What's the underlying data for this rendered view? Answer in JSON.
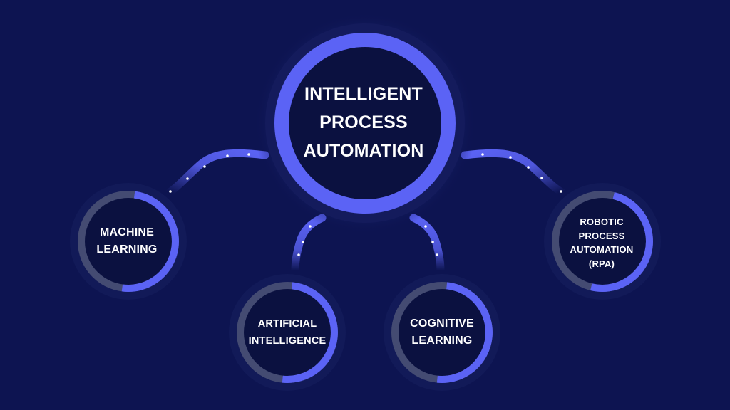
{
  "colors": {
    "background": "#0d1451",
    "accent": "#5b63f5",
    "track": "#444b72",
    "node_fill": "#0b1140"
  },
  "center": {
    "lines": [
      "INTELLIGENT",
      "PROCESS",
      "AUTOMATION"
    ]
  },
  "nodes": [
    {
      "id": "machine-learning",
      "lines": [
        "MACHINE",
        "LEARNING"
      ],
      "progress": 0.5
    },
    {
      "id": "artificial-intelligence",
      "lines": [
        "ARTIFICIAL",
        "INTELLIGENCE"
      ],
      "progress": 0.5
    },
    {
      "id": "cognitive-learning",
      "lines": [
        "COGNITIVE",
        "LEARNING"
      ],
      "progress": 0.5
    },
    {
      "id": "rpa",
      "lines": [
        "ROBOTIC",
        "PROCESS",
        "AUTOMATION",
        "(RPA)"
      ],
      "progress": 0.5
    }
  ]
}
